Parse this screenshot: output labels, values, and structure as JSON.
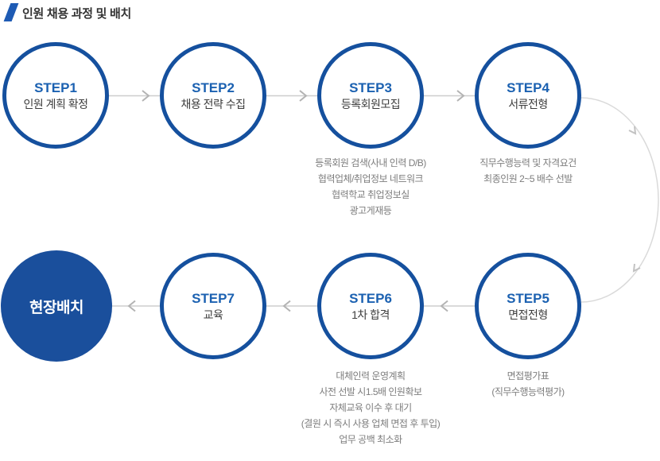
{
  "page": {
    "title": "인원 채용 과정 및 배치"
  },
  "colors": {
    "circle_border": "#15509e",
    "step_label_blue": "#1b61b1",
    "final_circle_fill": "#1a4f9c",
    "title_text": "#333333",
    "circle_subtitle_text": "#3d3d3d",
    "notes_text": "#7d7d7d",
    "connector_line": "#cdcdcd",
    "connector_chevron": "#b3b3b3",
    "arc_line": "#dadada",
    "title_slash": "#1e5bb4"
  },
  "steps": {
    "step1": {
      "label": "STEP1",
      "title": "인원 계획 확정"
    },
    "step2": {
      "label": "STEP2",
      "title": "채용 전략 수집"
    },
    "step3": {
      "label": "STEP3",
      "title": "등록회원모집",
      "notes": [
        "등록회원 검색(사내 인력 D/B)",
        "협력업체/취업정보 네트워크",
        "협력학교 취업정보실",
        "광고게재등"
      ]
    },
    "step4": {
      "label": "STEP4",
      "title": "서류전형",
      "notes": [
        "직무수행능력 및 자격요건",
        "최종인원 2~5 배수 선발"
      ]
    },
    "step5": {
      "label": "STEP5",
      "title": "면접전형",
      "notes": [
        "면접평가표",
        "(직무수행능력평가)"
      ]
    },
    "step6": {
      "label": "STEP6",
      "title": "1차 합격",
      "notes": [
        "대체인력 운영계획",
        "사전 선발 시1.5배 인원확보",
        "자체교육 이수 후 대기",
        "(결원 시 즉시 사용 업체 면접 후 투입)",
        "업무 공백 최소화"
      ]
    },
    "step7": {
      "label": "STEP7",
      "title": "교육"
    },
    "final": {
      "title": "현장배치"
    }
  }
}
